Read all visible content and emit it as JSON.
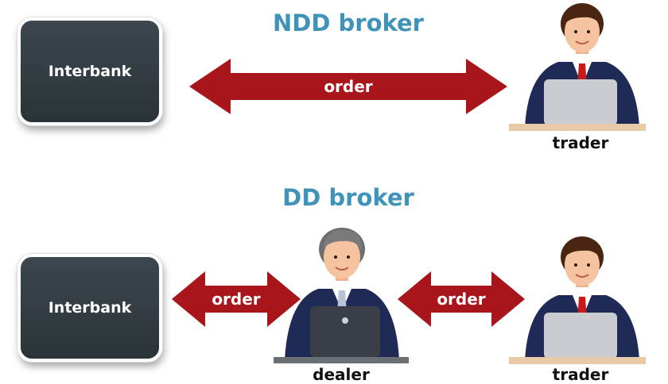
{
  "ndd": {
    "title": "NDD broker",
    "interbank_label": "Interbank",
    "arrow_label": "order",
    "trader_label": "trader"
  },
  "dd": {
    "title": "DD broker",
    "interbank_label": "Interbank",
    "arrow_left_label": "order",
    "arrow_right_label": "order",
    "dealer_label": "dealer",
    "trader_label": "trader"
  },
  "colors": {
    "title": "#3f93b8",
    "arrow": "#a8161b",
    "box": "#323c42"
  },
  "icons": [
    "trader-icon",
    "dealer-icon"
  ]
}
